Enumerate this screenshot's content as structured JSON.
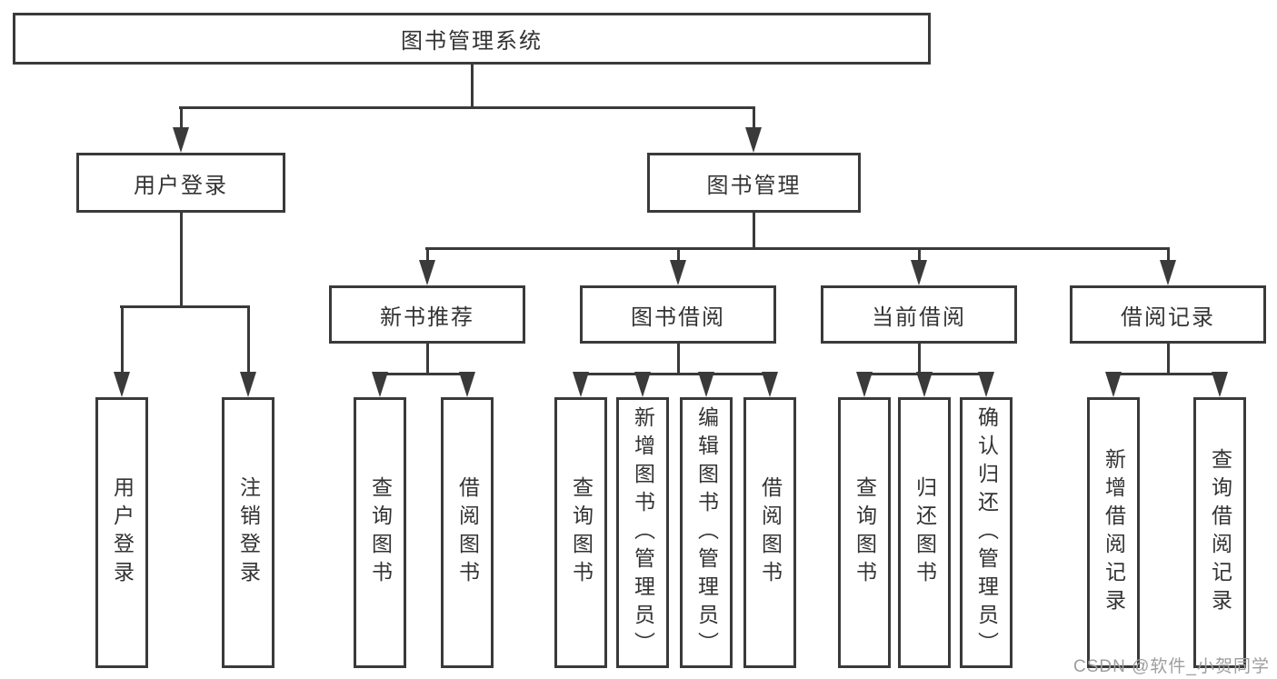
{
  "tree": {
    "label": "图书管理系统",
    "children": [
      {
        "label": "用户登录",
        "children": [
          {
            "label": "用户登录"
          },
          {
            "label": "注销登录"
          }
        ]
      },
      {
        "label": "图书管理",
        "children": [
          {
            "label": "新书推荐",
            "children": [
              {
                "label": "查询图书"
              },
              {
                "label": "借阅图书"
              }
            ]
          },
          {
            "label": "图书借阅",
            "children": [
              {
                "label": "查询图书"
              },
              {
                "label": "新增图书（管理员）"
              },
              {
                "label": "编辑图书（管理员）"
              },
              {
                "label": "借阅图书"
              }
            ]
          },
          {
            "label": "当前借阅",
            "children": [
              {
                "label": "查询图书"
              },
              {
                "label": "归还图书"
              },
              {
                "label": "确认归还（管理员）"
              }
            ]
          },
          {
            "label": "借阅记录",
            "children": [
              {
                "label": "新增借阅记录"
              },
              {
                "label": "查询借阅记录"
              }
            ]
          }
        ]
      }
    ]
  },
  "watermark": {
    "text": "CSDN @软件_小贺同学"
  },
  "colors": {
    "line": "#3a3a3a",
    "text": "#333333",
    "watermark": "#9e9e9e",
    "background": "#ffffff"
  }
}
